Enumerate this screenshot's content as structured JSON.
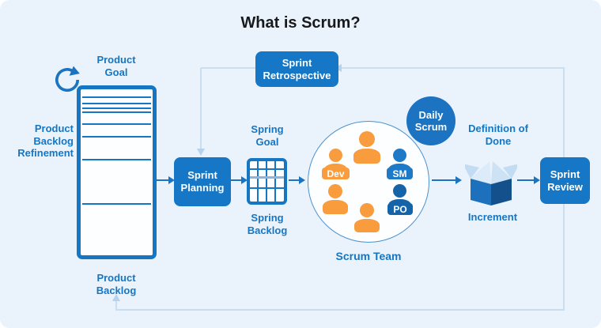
{
  "title": "What is Scrum?",
  "colors": {
    "background": "#EAF2FB",
    "primary_blue": "#1577C6",
    "label_text_blue": "#1577C4",
    "orange": "#F89C3D",
    "sm_blue": "#1E7AC6",
    "po_blue": "#1563A9",
    "light_loop_line": "#C9DEF1",
    "title_text": "#17191C"
  },
  "nodes": {
    "product_goal": "Product Goal",
    "product_backlog_refinement": "Product Backlog Refinement",
    "product_backlog": "Product Backlog",
    "sprint_planning": "Sprint Planning",
    "spring_goal": "Spring Goal",
    "spring_backlog": "Spring Backlog",
    "scrum_team": "Scrum Team",
    "daily_scrum": "Daily Scrum",
    "definition_of_done": "Definition of Done",
    "increment": "Increment",
    "sprint_review": "Sprint Review",
    "sprint_retrospective": "Sprint Retrospective"
  },
  "team_roles": [
    {
      "label": "Dev",
      "color": "#F89C3D"
    },
    {
      "label": "SM",
      "color": "#1E7AC6"
    },
    {
      "label": "PO",
      "color": "#1563A9"
    }
  ],
  "icons": {
    "refinement_loop": "circular-arrow",
    "product_backlog": "lined-list-panel",
    "sprint_backlog": "grid-table",
    "increment": "open-box",
    "scrum_team": "people-circle"
  }
}
